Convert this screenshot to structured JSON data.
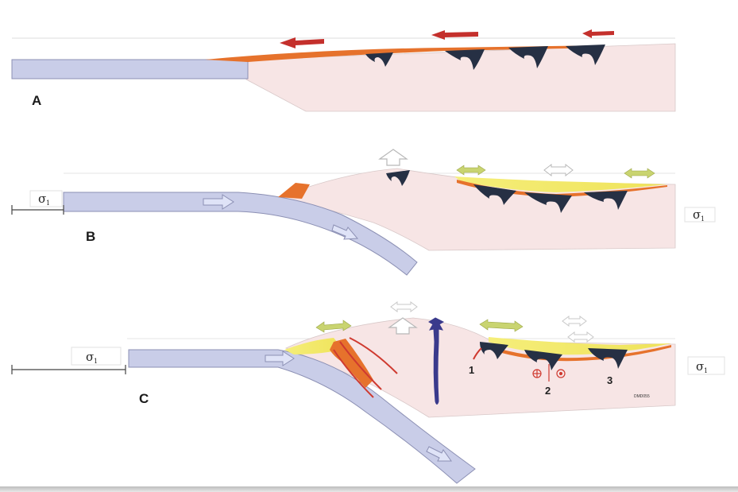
{
  "panels": [
    {
      "id": "A",
      "label": "A"
    },
    {
      "id": "B",
      "label": "B"
    },
    {
      "id": "C",
      "label": "C"
    }
  ],
  "stress": {
    "symbol": "σ",
    "subscript": "1"
  },
  "numbers": [
    "1",
    "2",
    "3"
  ],
  "credit": "DMD055",
  "colors": {
    "slab": "#c9cde8",
    "slab_stroke": "#8c90b4",
    "crust": "#f7e5e5",
    "orange": "#e6722c",
    "yellow": "#f2ea62",
    "dark_thrust": "#263044",
    "red_arrow": "#c4302c",
    "fault_red": "#cf3a30",
    "dike_blue": "#3a3a8c",
    "green_arrow": "#c9d470"
  },
  "icons": [
    "red-left-arrow",
    "hollow-up-arrow",
    "green-double-arrow",
    "slab-motion-arrow",
    "dike-intrusion",
    "out-of-page-symbol",
    "into-page-symbol"
  ]
}
